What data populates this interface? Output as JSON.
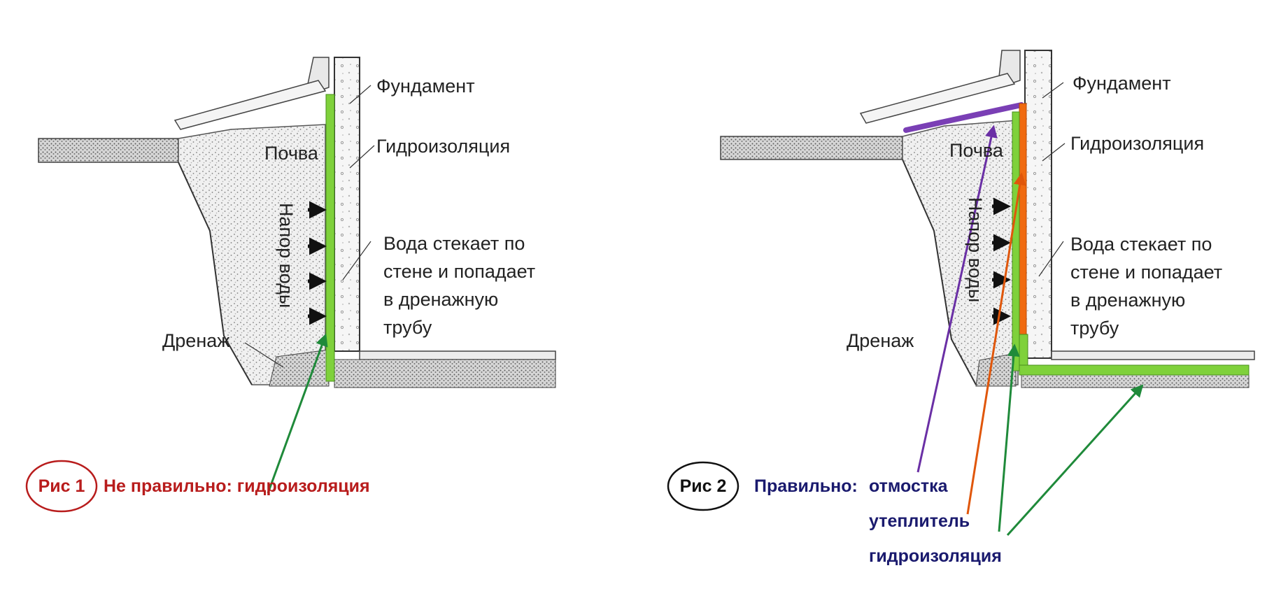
{
  "figure1": {
    "labels": {
      "foundation": "Фундамент",
      "soil": "Почва",
      "waterproofing": "Гидроизоляция",
      "water_pressure": "Напор воды",
      "water_runs_1": "Вода стекает по",
      "water_runs_2": "стене и попадает",
      "water_runs_3": "в дренажную",
      "water_runs_4": "трубу",
      "drainage": "Дренаж"
    },
    "caption": {
      "number": "Рис 1",
      "text": "Не правильно: гидроизоляция",
      "color": "#b81c1c"
    }
  },
  "figure2": {
    "labels": {
      "foundation": "Фундамент",
      "soil": "Почва",
      "waterproofing": "Гидроизоляция",
      "water_pressure": "Напор воды",
      "water_runs_1": "Вода стекает по",
      "water_runs_2": "стене  и попадает",
      "water_runs_3": "в дренажную",
      "water_runs_4": "трубу",
      "drainage": "Дренаж"
    },
    "caption": {
      "number": "Рис 2",
      "text": "Правильно:",
      "color": "#1a1a6e",
      "items": [
        {
          "text": "отмостка",
          "color": "#1a1a6e"
        },
        {
          "text": "утеплитель",
          "color": "#1a1a6e"
        },
        {
          "text": "гидроизоляция",
          "color": "#1a1a6e"
        }
      ]
    }
  },
  "colors": {
    "waterproofing": "#7fd13b",
    "insulation": "#f06a10",
    "blind_area": "#7a3fb5",
    "arrow_green": "#1f8a3a"
  }
}
